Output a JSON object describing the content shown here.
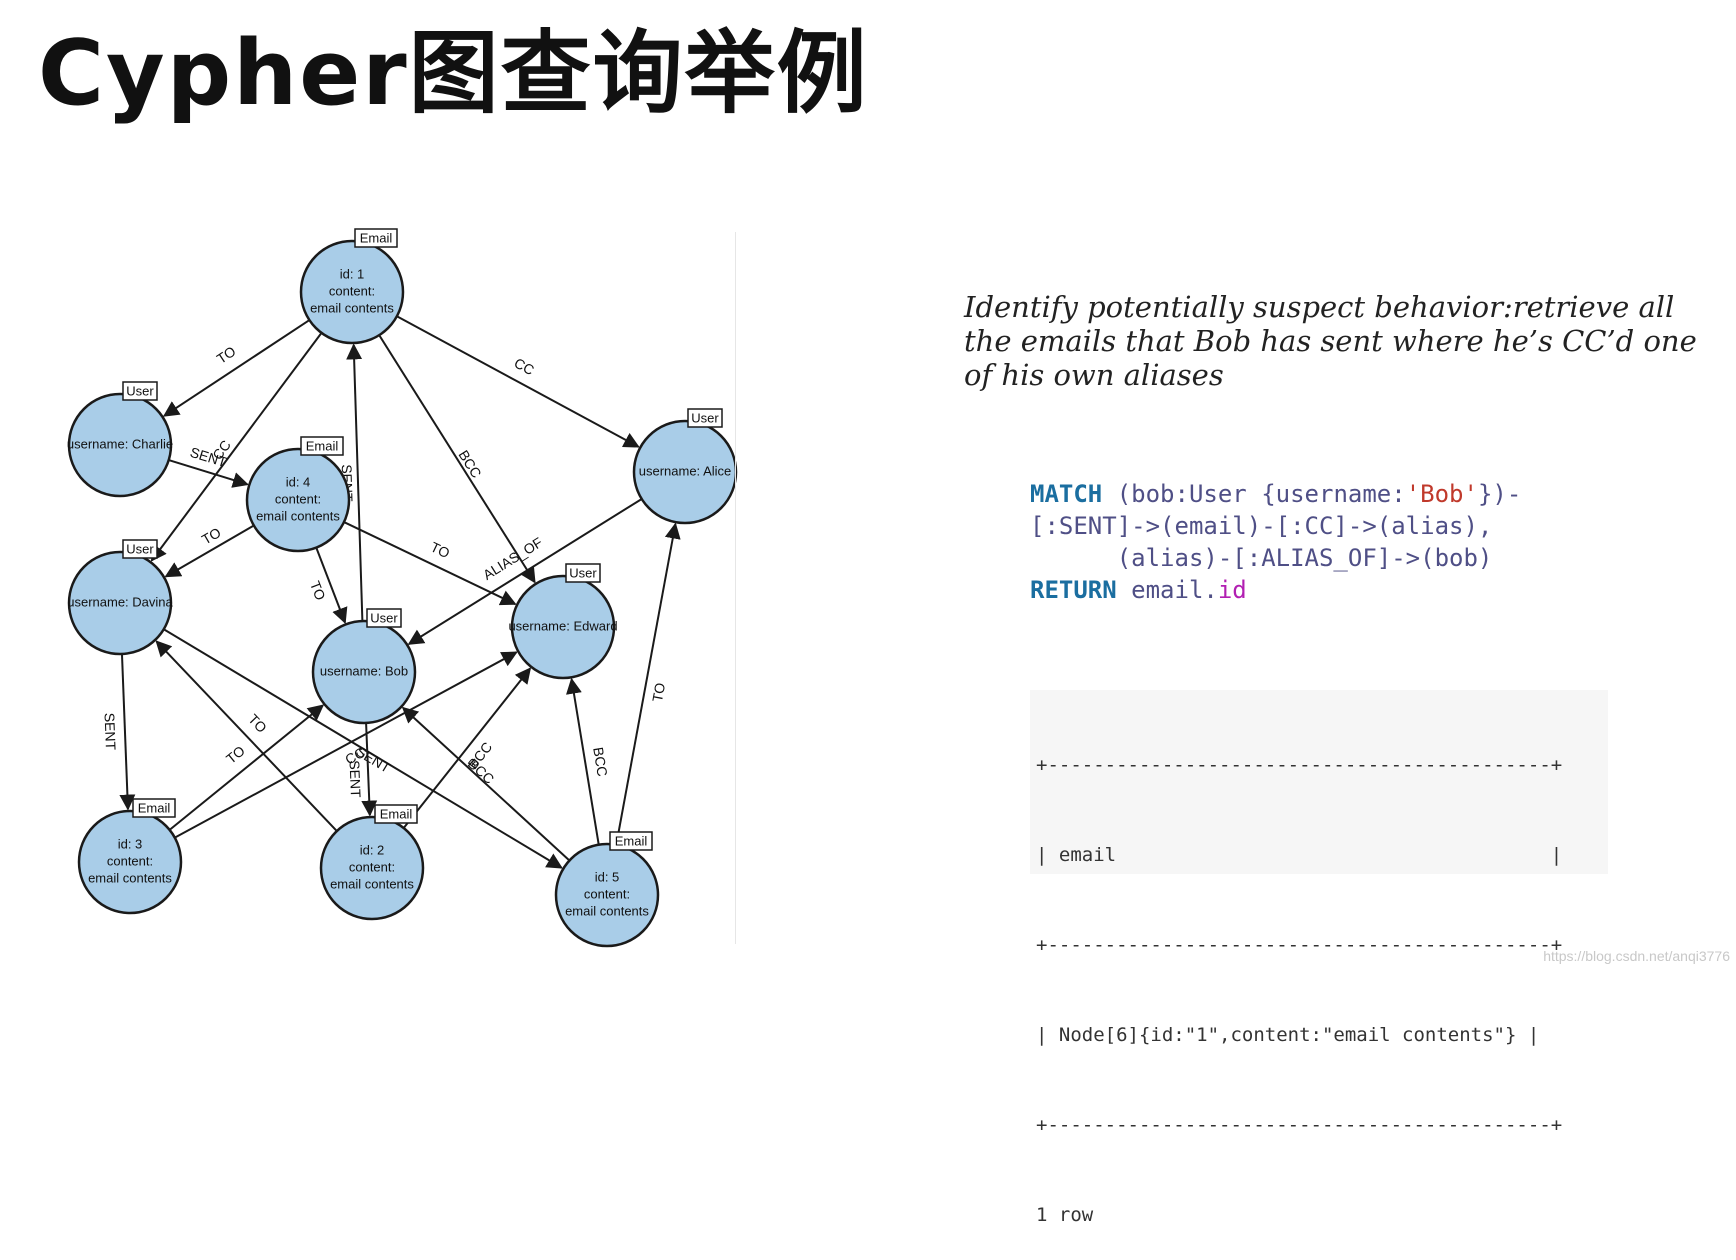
{
  "title": "Cypher图查询举例",
  "description": "Identify potentially suspect behavior:retrieve all the emails that Bob has sent where he’s CC’d one of his own aliases",
  "query": {
    "kw_match": "MATCH",
    "l1a": " (bob:User {username:",
    "l1str": "'Bob'",
    "l1b": "})-",
    "l2": "[:SENT]->(email)-[:CC]->(alias),",
    "l3": "      (alias)-[:ALIAS_OF]->(bob)",
    "kw_return": "RETURN",
    "l4a": " email.",
    "l4prop": "id"
  },
  "result": {
    "border1": "+--------------------------------------------+",
    "header": "| email                                      |",
    "border2": "+--------------------------------------------+",
    "row": "| Node[6]{id:\"1\",content:\"email contents\"} |",
    "border3": "+--------------------------------------------+",
    "footer": "1 row"
  },
  "watermark": "https://blog.csdn.net/anqi3776",
  "graph": {
    "nodes": [
      {
        "id": "email1",
        "label": "Email",
        "lines": [
          "id: 1",
          "content:",
          "email contents"
        ]
      },
      {
        "id": "charlie",
        "label": "User",
        "lines": [
          "username: Charlie"
        ]
      },
      {
        "id": "email4",
        "label": "Email",
        "lines": [
          "id: 4",
          "content:",
          "email contents"
        ]
      },
      {
        "id": "alice",
        "label": "User",
        "lines": [
          "username: Alice"
        ]
      },
      {
        "id": "davina",
        "label": "User",
        "lines": [
          "username: Davina"
        ]
      },
      {
        "id": "edward",
        "label": "User",
        "lines": [
          "username: Edward"
        ]
      },
      {
        "id": "bob",
        "label": "User",
        "lines": [
          "username: Bob"
        ]
      },
      {
        "id": "email3",
        "label": "Email",
        "lines": [
          "id: 3",
          "content:",
          "email contents"
        ]
      },
      {
        "id": "email2",
        "label": "Email",
        "lines": [
          "id: 2",
          "content:",
          "email contents"
        ]
      },
      {
        "id": "email5",
        "label": "Email",
        "lines": [
          "id: 5",
          "content:",
          "email contents"
        ]
      }
    ],
    "edges": [
      {
        "from": "email1",
        "to": "charlie",
        "label": "TO"
      },
      {
        "from": "email1",
        "to": "alice",
        "label": "CC"
      },
      {
        "from": "email1",
        "to": "davina",
        "label": "CC"
      },
      {
        "from": "email1",
        "to": "edward",
        "label": "BCC"
      },
      {
        "from": "bob",
        "to": "email1",
        "label": "SENT"
      },
      {
        "from": "charlie",
        "to": "email4",
        "label": "SENT"
      },
      {
        "from": "email4",
        "to": "davina",
        "label": "TO"
      },
      {
        "from": "email4",
        "to": "bob",
        "label": "TO"
      },
      {
        "from": "email4",
        "to": "edward",
        "label": "TO"
      },
      {
        "from": "alice",
        "to": "bob",
        "label": "ALIAS_OF"
      },
      {
        "from": "davina",
        "to": "email3",
        "label": "SENT"
      },
      {
        "from": "davina",
        "to": "email5",
        "label": "SENT"
      },
      {
        "from": "bob",
        "to": "email2",
        "label": "SENT"
      },
      {
        "from": "email3",
        "to": "bob",
        "label": "TO"
      },
      {
        "from": "email3",
        "to": "edward",
        "label": "CC"
      },
      {
        "from": "email2",
        "to": "davina",
        "label": "TO"
      },
      {
        "from": "email2",
        "to": "edward",
        "label": "BCC"
      },
      {
        "from": "email5",
        "to": "bob",
        "label": "BCC"
      },
      {
        "from": "email5",
        "to": "edward",
        "label": "BCC"
      },
      {
        "from": "email5",
        "to": "alice",
        "label": "TO"
      }
    ]
  }
}
